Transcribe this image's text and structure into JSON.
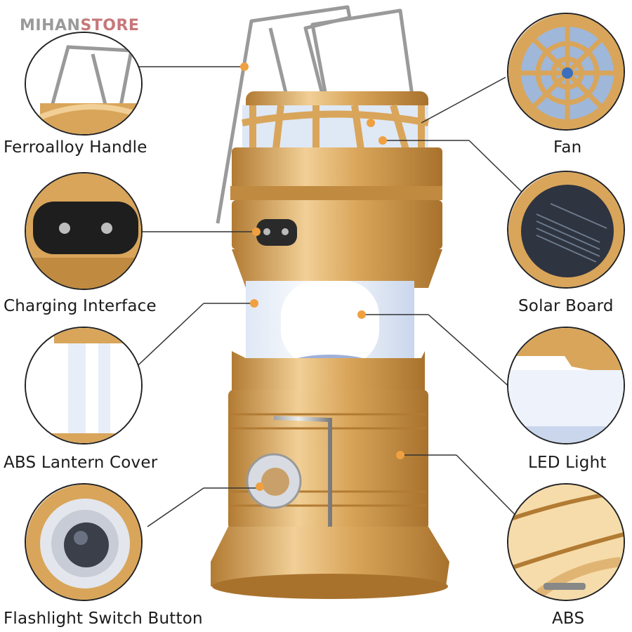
{
  "brand": {
    "part1": "MIHAN",
    "part2": "STORE"
  },
  "labels": {
    "ferroalloy_handle": "Ferroalloy Handle",
    "fan": "Fan",
    "charging_interface": "Charging Interface",
    "solar_board": "Solar Board",
    "abs_lantern_cover": "ABS Lantern Cover",
    "led_light": "LED Light",
    "flashlight_switch_button": "Flashlight Switch Button",
    "abs": "ABS"
  },
  "colors": {
    "gold": "#d9a55a",
    "gold_dark": "#b27b33",
    "gold_light": "#f1cf96",
    "callout_dot": "#f0a040",
    "line": "#333333"
  }
}
